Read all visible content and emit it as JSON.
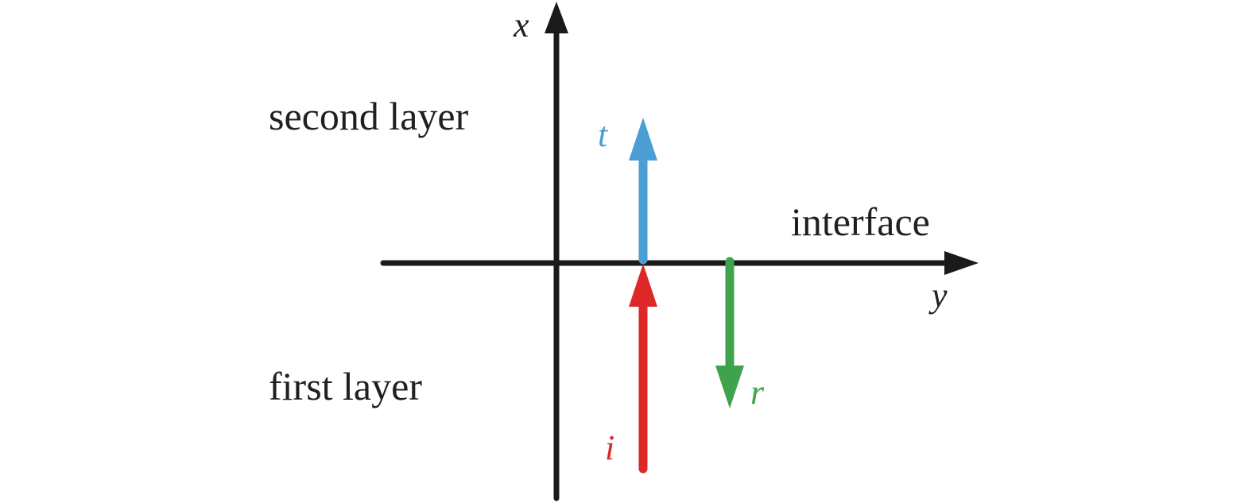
{
  "labels": {
    "second_layer": "second layer",
    "first_layer": "first layer",
    "interface": "interface",
    "axis_x": "x",
    "axis_y": "y",
    "transmitted": "t",
    "incident": "i",
    "reflected": "r"
  },
  "colors": {
    "axis": "#1a1a1a",
    "text": "#231f20",
    "transmitted": "#4b9fd5",
    "incident": "#dc2826",
    "reflected": "#3fa34d"
  },
  "icons": {
    "axis_heads": "arrowhead",
    "wave_heads": "arrowhead"
  }
}
